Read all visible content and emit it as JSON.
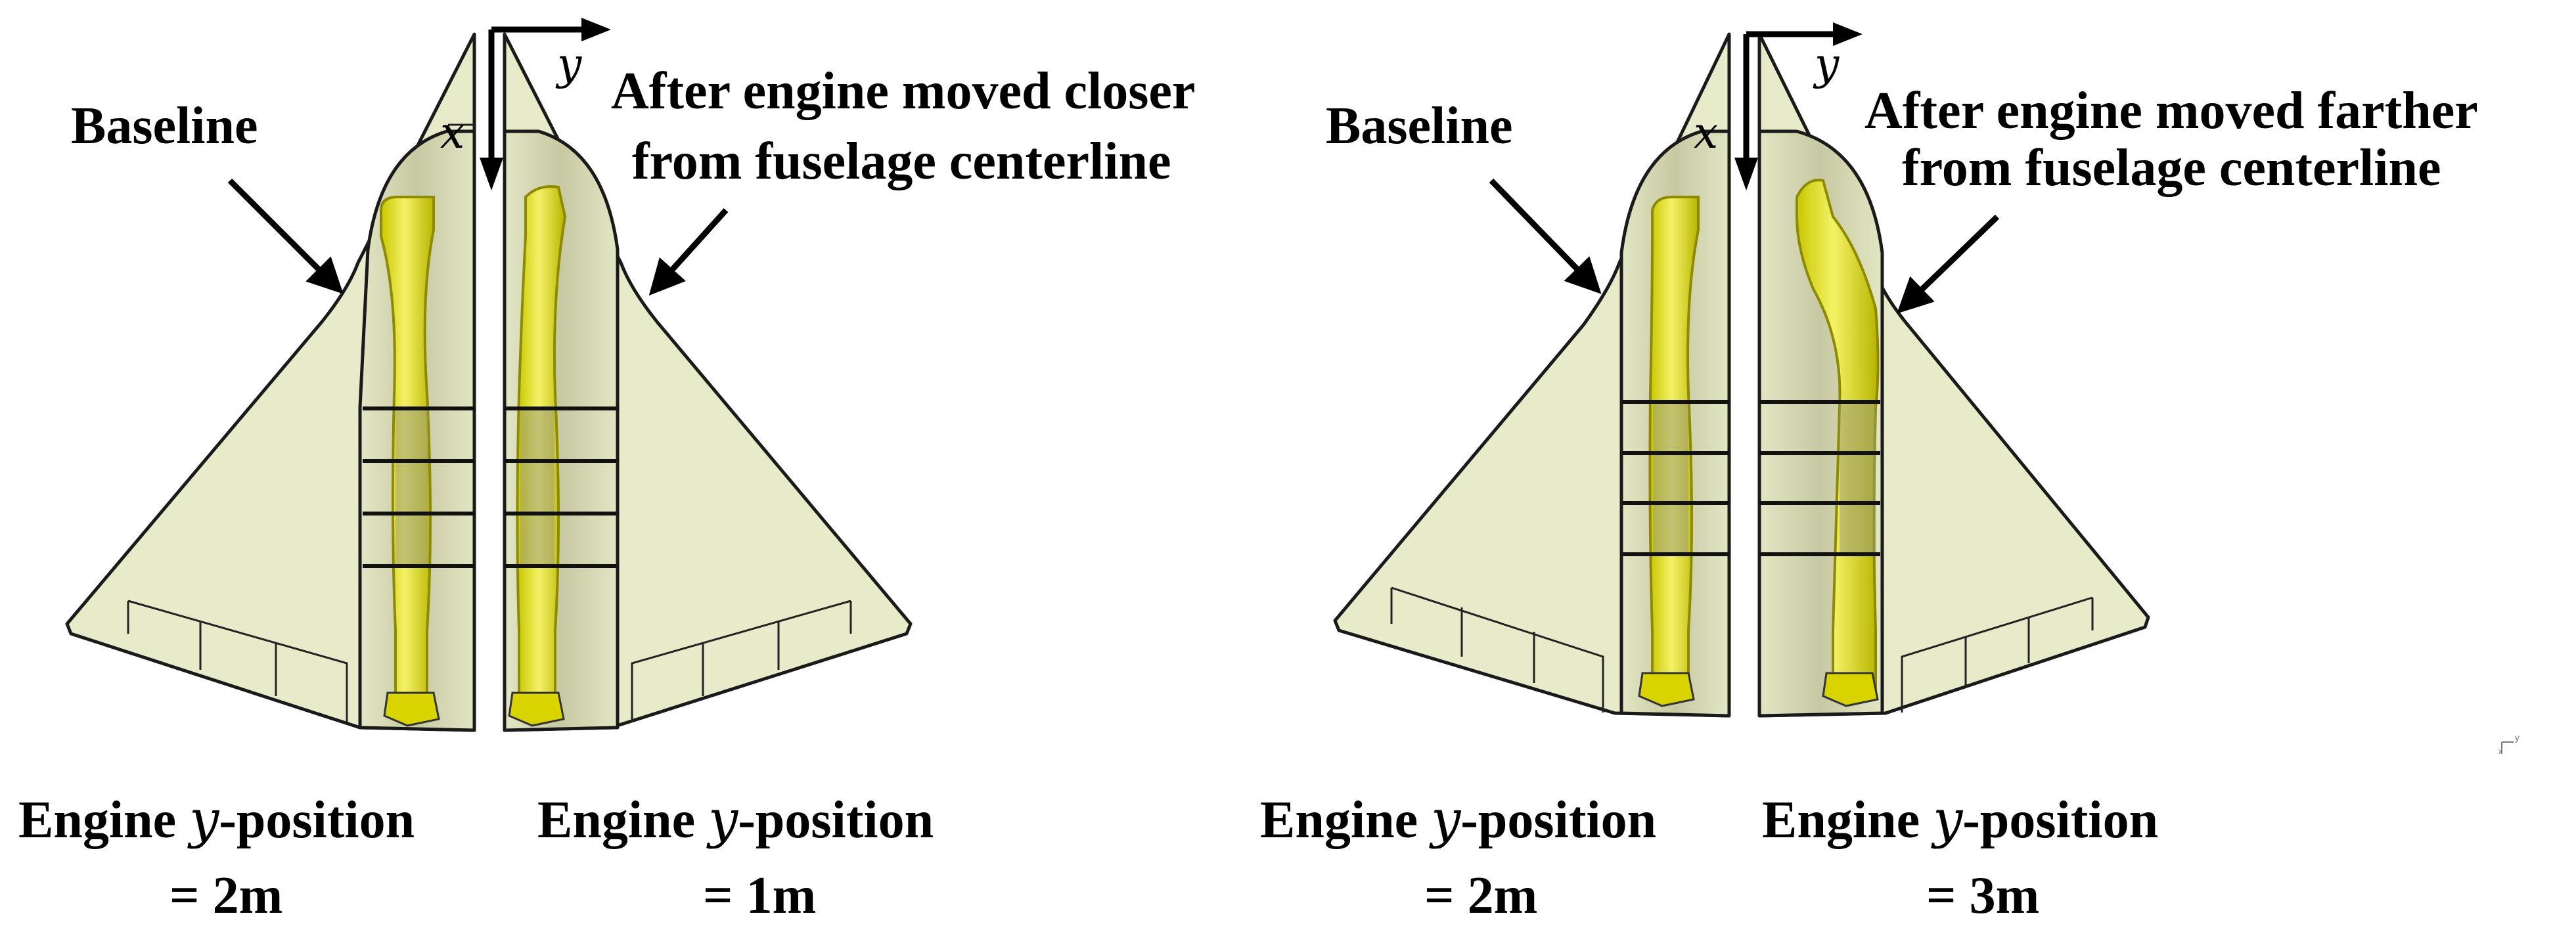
{
  "panels": [
    {
      "baseline": {
        "label": "Baseline",
        "caption_line1": "Engine ",
        "caption_var": "y",
        "caption_line1_end": "-position",
        "caption_line2": "= 2m"
      },
      "modified": {
        "label_line1": "After engine moved closer",
        "label_line2": "from fuselage centerline",
        "caption_line1": "Engine ",
        "caption_var": "y",
        "caption_line1_end": "-position",
        "caption_line2": "= 1m"
      },
      "axes": {
        "x": "x",
        "y": "y"
      }
    },
    {
      "baseline": {
        "label": "Baseline",
        "caption_line1": "Engine ",
        "caption_var": "y",
        "caption_line1_end": "-position",
        "caption_line2": "= 2m"
      },
      "modified": {
        "label_line1": "After engine moved farther",
        "label_line2": "from fuselage centerline",
        "caption_line1": "Engine ",
        "caption_var": "y",
        "caption_line1_end": "-position",
        "caption_line2": "= 3m"
      },
      "axes": {
        "x": "x",
        "y": "y"
      }
    }
  ],
  "corner_triad": {
    "y": "y",
    "x": "x"
  },
  "colors": {
    "wing_fill": "#e8ebc9",
    "duct_yellow": "#e6e30e",
    "outline": "#1a1a1a"
  }
}
